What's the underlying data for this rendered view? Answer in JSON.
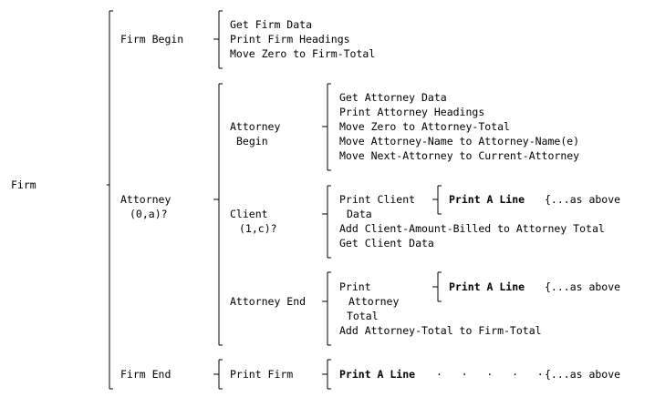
{
  "firm": "Firm",
  "firm_begin": {
    "label": "Firm Begin",
    "steps": [
      "Get Firm Data",
      "Print Firm Headings",
      "Move Zero to Firm-Total"
    ]
  },
  "attorney": {
    "label": "Attorney",
    "cond": "(0,a)?",
    "begin": {
      "label": "Attorney",
      "label2": "Begin",
      "steps": [
        "Get Attorney Data",
        "Print Attorney Headings",
        "Move Zero to Attorney-Total",
        "Move Attorney-Name to Attorney-Name(e)",
        "Move Next-Attorney to Current-Attorney"
      ]
    },
    "client": {
      "label": "Client",
      "cond": "(1,c)?",
      "print_line1": "Print Client",
      "print_line2": "Data",
      "sub_bold": "Print A Line",
      "sub_rest": "{...as above",
      "steps": [
        "Add Client-Amount-Billed to Attorney Total",
        "Get Client Data"
      ]
    },
    "end": {
      "label": "Attorney End",
      "print_line1": "Print",
      "print_line2": "Attorney",
      "print_line3": "Total",
      "sub_bold": "Print A Line",
      "sub_rest": "{...as above",
      "steps": [
        "Add Attorney-Total to Firm-Total"
      ]
    }
  },
  "firm_end": {
    "label": "Firm End",
    "action": "Print Firm",
    "sub_bold": "Print A Line",
    "dots": "·   ·   ·   ·   ·",
    "sub_rest": "{...as above"
  }
}
